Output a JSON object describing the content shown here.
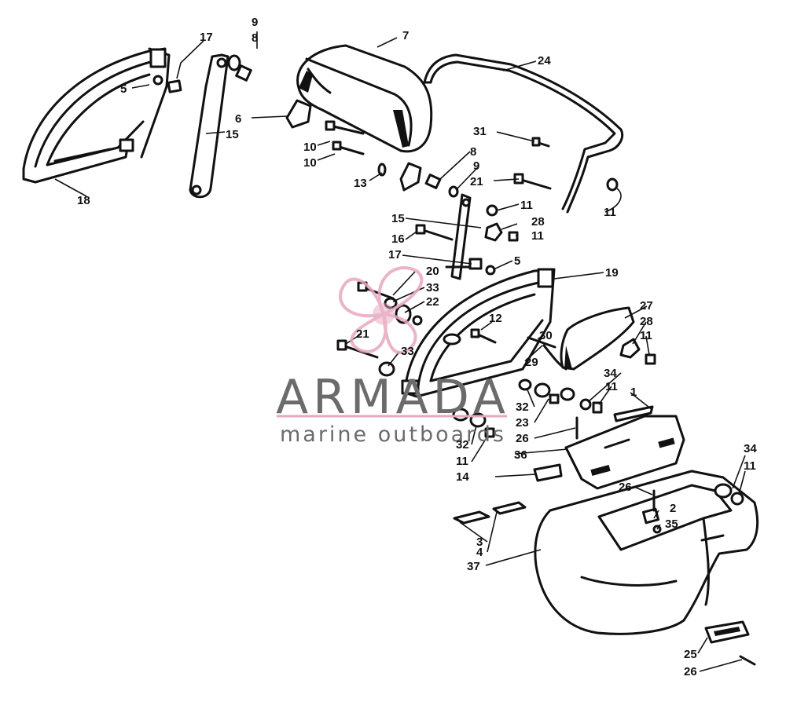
{
  "watermark": {
    "brand": "ARMADA",
    "tagline": "marine outboards",
    "logo_color": "#e7a7c0",
    "text_color": "#6b6b6b"
  },
  "callouts": [
    {
      "id": "c1",
      "label": "1"
    },
    {
      "id": "c2",
      "label": "2"
    },
    {
      "id": "c3",
      "label": "3"
    },
    {
      "id": "c4",
      "label": "4"
    },
    {
      "id": "c5a",
      "label": "5"
    },
    {
      "id": "c5b",
      "label": "5"
    },
    {
      "id": "c6",
      "label": "6"
    },
    {
      "id": "c7",
      "label": "7"
    },
    {
      "id": "c8a",
      "label": "8"
    },
    {
      "id": "c8b",
      "label": "8"
    },
    {
      "id": "c9a",
      "label": "9"
    },
    {
      "id": "c9b",
      "label": "9"
    },
    {
      "id": "c10a",
      "label": "10"
    },
    {
      "id": "c10b",
      "label": "10"
    },
    {
      "id": "c11a",
      "label": "11"
    },
    {
      "id": "c11b",
      "label": "11"
    },
    {
      "id": "c11c",
      "label": "11"
    },
    {
      "id": "c11d",
      "label": "11"
    },
    {
      "id": "c11e",
      "label": "11"
    },
    {
      "id": "c11f",
      "label": "11"
    },
    {
      "id": "c11g",
      "label": "11"
    },
    {
      "id": "c11h",
      "label": "11"
    },
    {
      "id": "c12",
      "label": "12"
    },
    {
      "id": "c13",
      "label": "13"
    },
    {
      "id": "c14",
      "label": "14"
    },
    {
      "id": "c15a",
      "label": "15"
    },
    {
      "id": "c15b",
      "label": "15"
    },
    {
      "id": "c16",
      "label": "16"
    },
    {
      "id": "c17a",
      "label": "17"
    },
    {
      "id": "c17b",
      "label": "17"
    },
    {
      "id": "c18",
      "label": "18"
    },
    {
      "id": "c19",
      "label": "19"
    },
    {
      "id": "c20",
      "label": "20"
    },
    {
      "id": "c21a",
      "label": "21"
    },
    {
      "id": "c21b",
      "label": "21"
    },
    {
      "id": "c22",
      "label": "22"
    },
    {
      "id": "c23",
      "label": "23"
    },
    {
      "id": "c24",
      "label": "24"
    },
    {
      "id": "c25",
      "label": "25"
    },
    {
      "id": "c26a",
      "label": "26"
    },
    {
      "id": "c26b",
      "label": "26"
    },
    {
      "id": "c26c",
      "label": "26"
    },
    {
      "id": "c27",
      "label": "27"
    },
    {
      "id": "c28a",
      "label": "28"
    },
    {
      "id": "c28b",
      "label": "28"
    },
    {
      "id": "c29",
      "label": "29"
    },
    {
      "id": "c30",
      "label": "30"
    },
    {
      "id": "c31",
      "label": "31"
    },
    {
      "id": "c32a",
      "label": "32"
    },
    {
      "id": "c32b",
      "label": "32"
    },
    {
      "id": "c33a",
      "label": "33"
    },
    {
      "id": "c33b",
      "label": "33"
    },
    {
      "id": "c34a",
      "label": "34"
    },
    {
      "id": "c34b",
      "label": "34"
    },
    {
      "id": "c35",
      "label": "35"
    },
    {
      "id": "c36",
      "label": "36"
    },
    {
      "id": "c37",
      "label": "37"
    }
  ]
}
